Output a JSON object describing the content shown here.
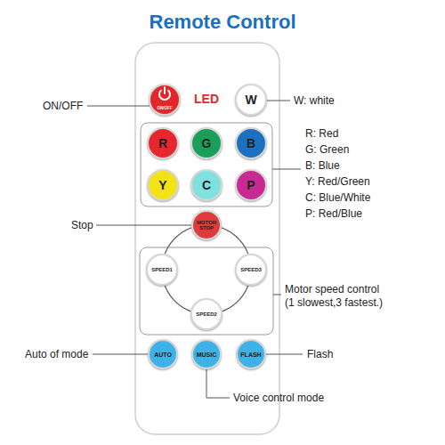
{
  "diagram": {
    "title": "Remote Control",
    "nodes": [
      {
        "text": [
          "ON/OFF"
        ]
      },
      {
        "text": [
          "W"
        ]
      },
      {
        "text": [
          "R"
        ]
      },
      {
        "text": [
          "G"
        ]
      },
      {
        "text": [
          "B"
        ]
      },
      {
        "text": [
          "Y"
        ]
      },
      {
        "text": [
          "C"
        ]
      },
      {
        "text": [
          "P"
        ]
      },
      {
        "text": [
          "MOTOR STOP"
        ]
      },
      {
        "text": [
          "SPEED1"
        ]
      },
      {
        "text": [
          "SPEED3"
        ]
      },
      {
        "text": [
          "SPEED2"
        ]
      },
      {
        "text": [
          "AUTO"
        ]
      },
      {
        "text": [
          "MUSIC"
        ]
      },
      {
        "text": [
          "FLASH"
        ]
      }
    ],
    "edges": [
      {
        "from": 8,
        "to": 9,
        "arrow": "none"
      },
      {
        "from": 8,
        "to": 10,
        "arrow": "none"
      },
      {
        "from": 9,
        "to": 11,
        "arrow": "none"
      },
      {
        "from": 10,
        "to": 11,
        "arrow": "none"
      }
    ],
    "labels": [
      "ON/OFF",
      "LED",
      "W: white",
      "R: Red",
      "G: Green",
      "B: Blue",
      "Y: Red/Green",
      "C: Blue/White",
      "P: Red/Blue",
      "Stop",
      "Motor speed control (1 slowest,3 fastest.)",
      "Auto of mode",
      "Flash",
      "Voice control mode"
    ]
  }
}
